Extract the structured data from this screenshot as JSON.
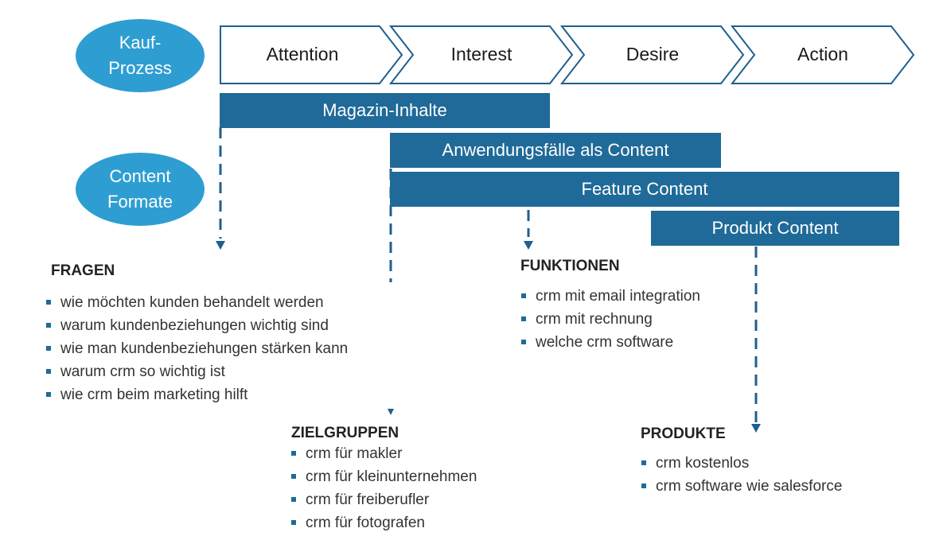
{
  "kaufprozess_label": "Kauf-\nProzess",
  "content_formate_label": "Content\nFormate",
  "stages": [
    "Attention",
    "Interest",
    "Desire",
    "Action"
  ],
  "bars": [
    {
      "id": "magazin",
      "label": "Magazin-Inhalte"
    },
    {
      "id": "anwendung",
      "label": "Anwendungsfälle als Content"
    },
    {
      "id": "feature",
      "label": "Feature Content"
    },
    {
      "id": "produkt",
      "label": "Produkt Content"
    }
  ],
  "sections": {
    "fragen": {
      "title": "FRAGEN",
      "items": [
        "wie möchten kunden behandelt werden",
        "warum kundenbeziehungen wichtig sind",
        "wie man kundenbeziehungen stärken kann",
        "warum crm so wichtig ist",
        "wie crm beim marketing hilft"
      ]
    },
    "zielgruppen": {
      "title": "ZIELGRUPPEN",
      "items": [
        "crm für makler",
        "crm für kleinunternehmen",
        "crm für freiberufler",
        "crm für fotografen"
      ]
    },
    "funktionen": {
      "title": "FUNKTIONEN",
      "items": [
        "crm mit email integration",
        "crm mit rechnung",
        "welche crm software"
      ]
    },
    "produkte": {
      "title": "PRODUKTE",
      "items": [
        "crm kostenlos",
        "crm software wie salesforce"
      ]
    }
  },
  "colors": {
    "ellipse": "#2e9ed2",
    "bar": "#1f6a98",
    "chevron_stroke": "#1f5f8f",
    "bullet": "#1f6a98"
  }
}
